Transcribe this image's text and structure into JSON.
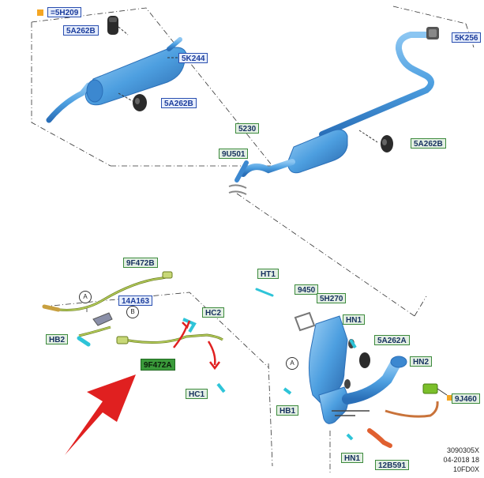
{
  "legend": {
    "marker_color": "#f5a623",
    "text": "=5H209"
  },
  "labels": {
    "5a262b_tl": "5A262B",
    "5k244": "5K244",
    "5a262b_l": "5A262B",
    "5k256": "5K256",
    "5230": "5230",
    "9u501": "9U501",
    "5a262b_r": "5A262B",
    "9f472b": "9F472B",
    "14a163": "14A163",
    "hb2": "HB2",
    "hc2": "HC2",
    "9f472a": "9F472A",
    "hc1": "HC1",
    "ht1": "HT1",
    "9450": "9450",
    "5h270": "5H270",
    "hn1_top": "HN1",
    "5a262a": "5A262A",
    "hn2": "HN2",
    "9j460": "9J460",
    "hb1": "HB1",
    "hn1_bottom": "HN1",
    "12b591": "12B591"
  },
  "callouts": {
    "a_left": "A",
    "b_left": "B",
    "a_right": "A"
  },
  "footer": {
    "line1": "3090305X",
    "line2": "04-2018 18",
    "line3": "10FD0X"
  },
  "colors": {
    "pipe": "#4d9fe0",
    "pipe_dark": "#2f77c4",
    "sensor_green": "#a8c256",
    "arrow_red": "#e02020",
    "label_border": "#3c8a3c",
    "highlight_green": "#3a9a3a"
  },
  "icons": [
    "muffler-icon",
    "catalytic-converter-icon",
    "o2-sensor-icon",
    "red-arrow-icon"
  ]
}
